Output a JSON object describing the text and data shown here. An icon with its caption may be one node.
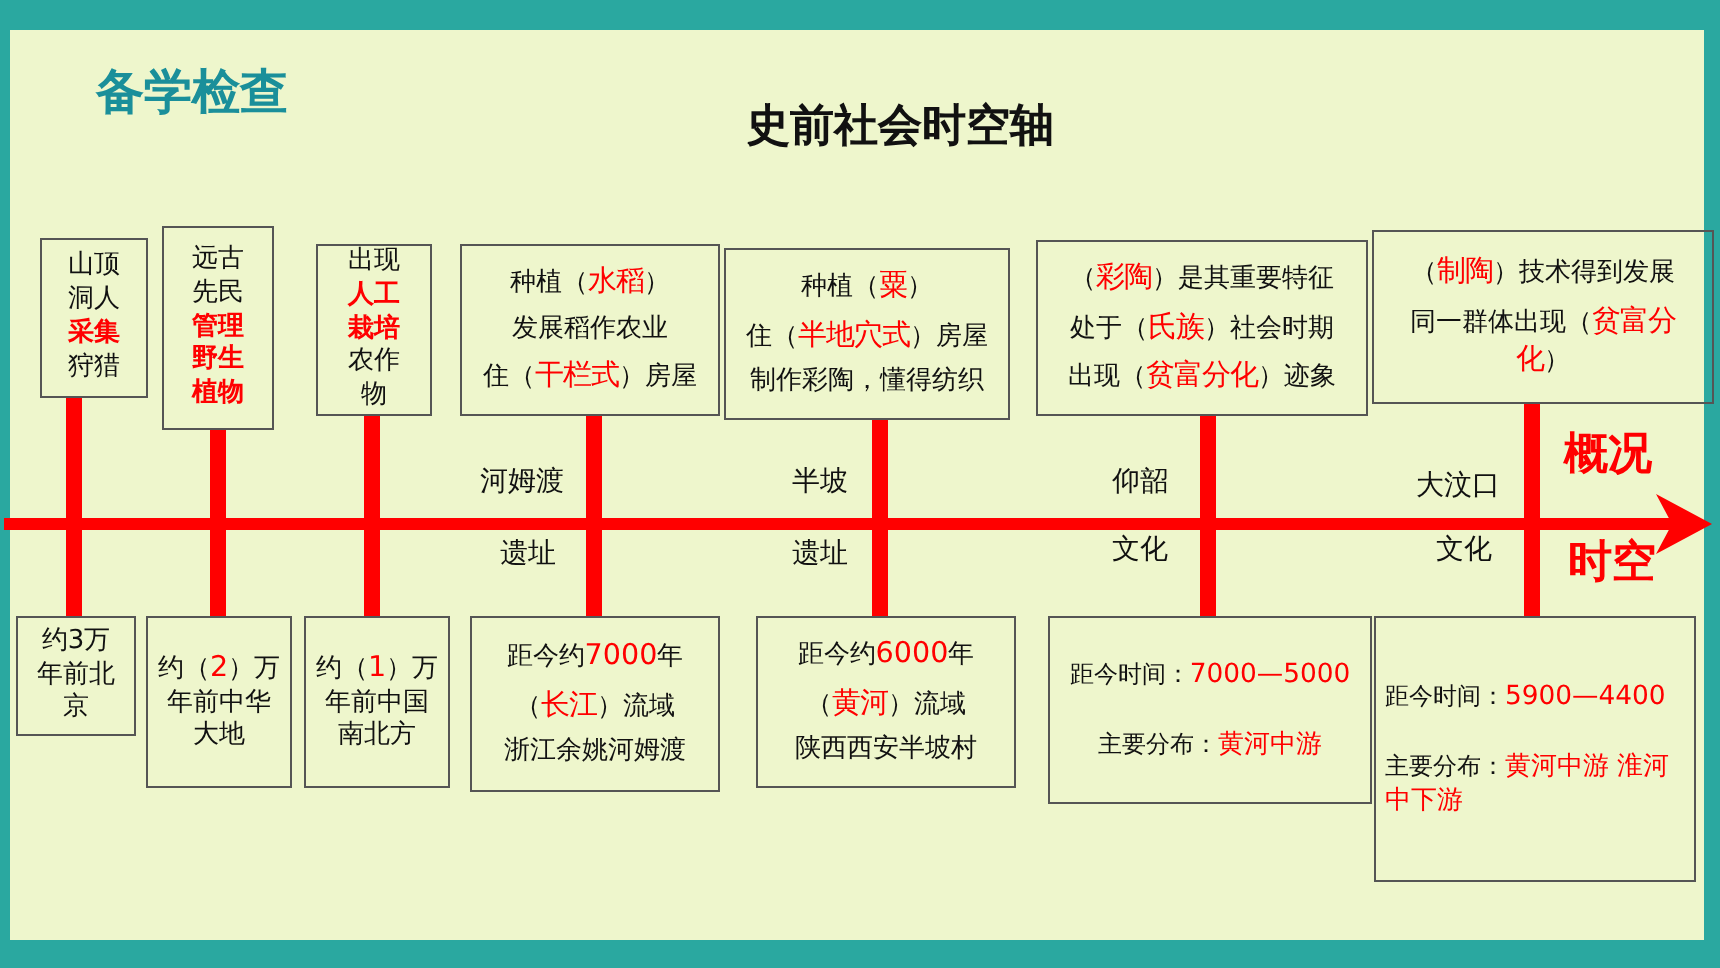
{
  "diagram": {
    "title": "史前社会时空轴",
    "nodes": [
      {
        "text": [
          "山顶洞人**采集**狩猎"
        ]
      },
      {
        "text": [
          "远古先民**管理野生植物**"
        ]
      },
      {
        "text": [
          "出现**人工栽培**农作物"
        ]
      },
      {
        "text": [
          "种植（**水稻**）",
          "发展稻作农业",
          "住（**干栏式**）房屋"
        ]
      },
      {
        "text": [
          "种植（**粟**）",
          "住（**半地穴式**）房屋",
          "制作彩陶，懂得纺织"
        ]
      },
      {
        "text": [
          "（**彩陶**）是其重要特征",
          "处于（**氏族**）社会时期",
          "出现（**贫富分化**）迹象"
        ]
      },
      {
        "text": [
          "（**制陶**）技术得到发展",
          "同一群体出现（**贫富分化**）"
        ]
      },
      {
        "text": [
          "约3万年前北京"
        ]
      },
      {
        "text": [
          "约（**2**）万年前中华大地"
        ]
      },
      {
        "text": [
          "约（**1**）万年前中国南北方"
        ]
      },
      {
        "text": [
          "距今约**7000**年",
          "（**长江**）流域",
          "浙江余姚河姆渡"
        ]
      },
      {
        "text": [
          "距今约**6000**年",
          "（**黄河**）流域",
          "陕西西安半坡村"
        ]
      },
      {
        "text": [
          "距今时间：**7000—5000**",
          "主要分布：**黄河中游**"
        ]
      },
      {
        "text": [
          "距今时间：**5900—4400**",
          "主要分布：**黄河中游 淮河中下游**"
        ]
      }
    ],
    "edges": [
      {
        "from": 0,
        "to": 7,
        "arrow": "none"
      },
      {
        "from": 1,
        "to": 8,
        "arrow": "none"
      },
      {
        "from": 2,
        "to": 9,
        "arrow": "none"
      },
      {
        "from": 3,
        "to": 10,
        "arrow": "none"
      },
      {
        "from": 4,
        "to": 11,
        "arrow": "none"
      },
      {
        "from": 5,
        "to": 12,
        "arrow": "none"
      },
      {
        "from": 6,
        "to": 13,
        "arrow": "none"
      }
    ],
    "labels": [
      "备学检查",
      "河姆渡",
      "遗址",
      "半坡",
      "遗址",
      "仰韶",
      "文化",
      "大汶口",
      "文化",
      "概况",
      "时空"
    ]
  }
}
